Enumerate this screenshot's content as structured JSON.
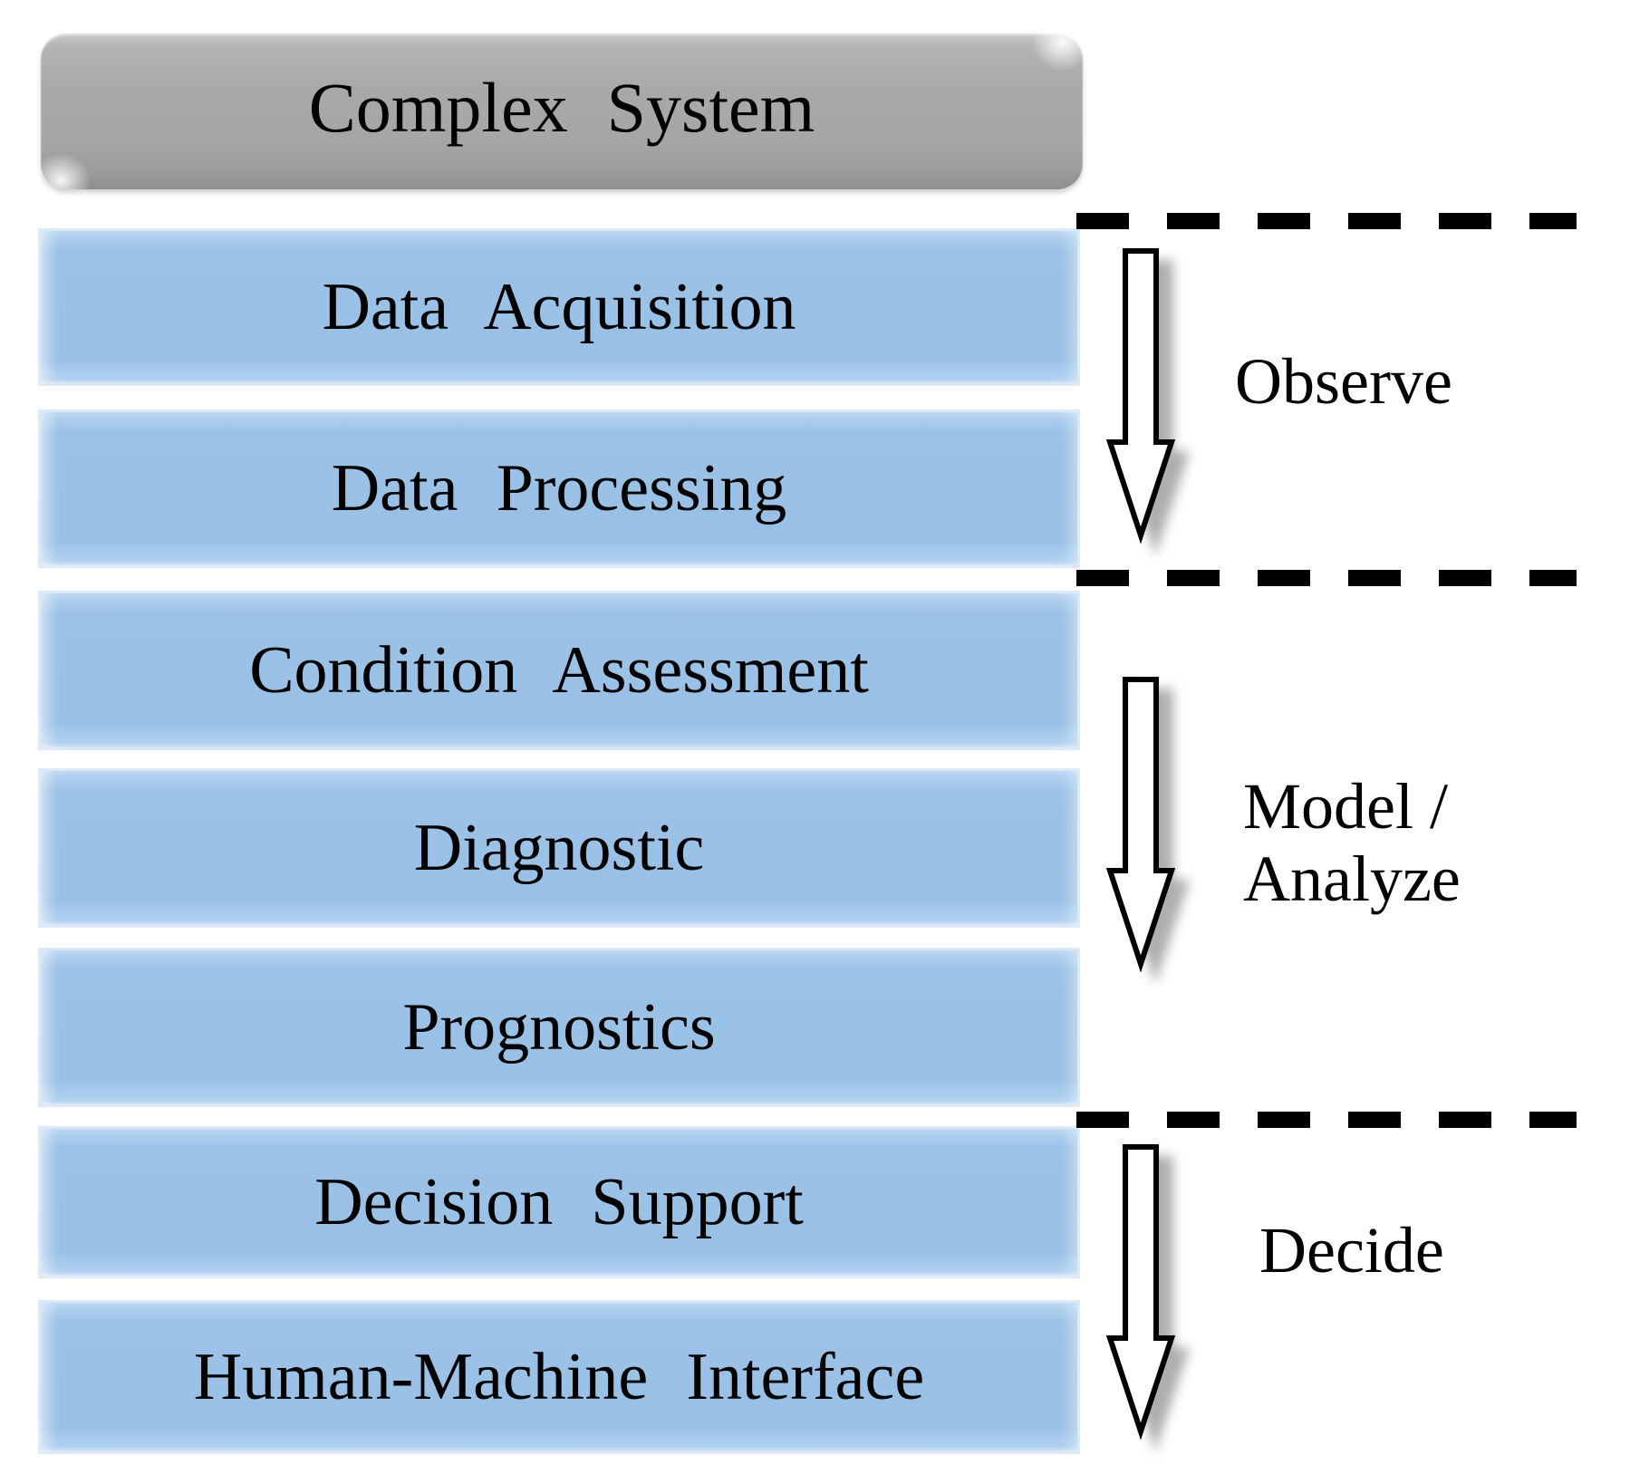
{
  "diagram": {
    "title_box": {
      "label": "Complex System"
    },
    "layers": [
      {
        "label": "Data Acquisition"
      },
      {
        "label": "Data Processing"
      },
      {
        "label": "Condition Assessment"
      },
      {
        "label": "Diagnostic"
      },
      {
        "label": "Prognostics"
      },
      {
        "label": "Decision Support"
      },
      {
        "label": "Human-Machine Interface"
      }
    ],
    "phases": [
      {
        "line1": "Observe",
        "line2": ""
      },
      {
        "line1": "Model /",
        "line2": "Analyze"
      },
      {
        "line1": "Decide",
        "line2": ""
      }
    ],
    "colors": {
      "layer_blue": "#9CC2E6",
      "layer_edge_light": "#DDE9F7",
      "title_gray": "#A6A6A6",
      "arrow_fill": "#FFFFFF",
      "line_black": "#000000",
      "background": "#FFFFFF"
    }
  }
}
